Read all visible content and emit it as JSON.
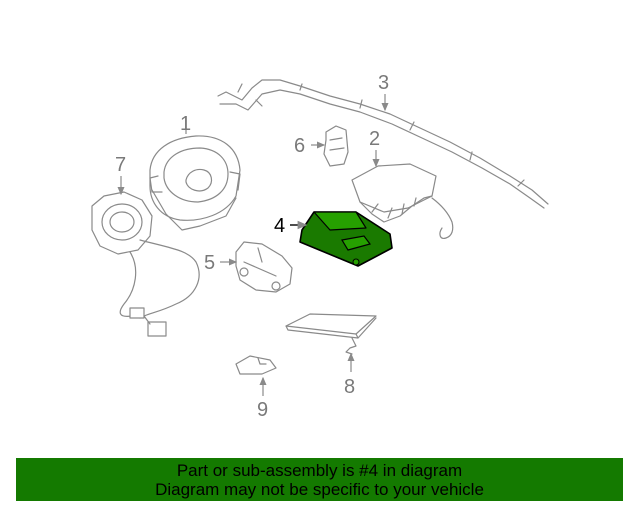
{
  "callouts": {
    "c1": "1",
    "c2": "2",
    "c3": "3",
    "c4": "4",
    "c5": "5",
    "c6": "6",
    "c7": "7",
    "c8": "8",
    "c9": "9"
  },
  "highlighted_part": "4",
  "colors": {
    "banner_bg": "#147a00",
    "highlight_fill": "#1a7a00",
    "line_art": "#8a8a8a"
  },
  "banner": {
    "line1": "Part or sub-assembly is #4 in diagram",
    "line2": "Diagram may not be specific to your vehicle"
  }
}
